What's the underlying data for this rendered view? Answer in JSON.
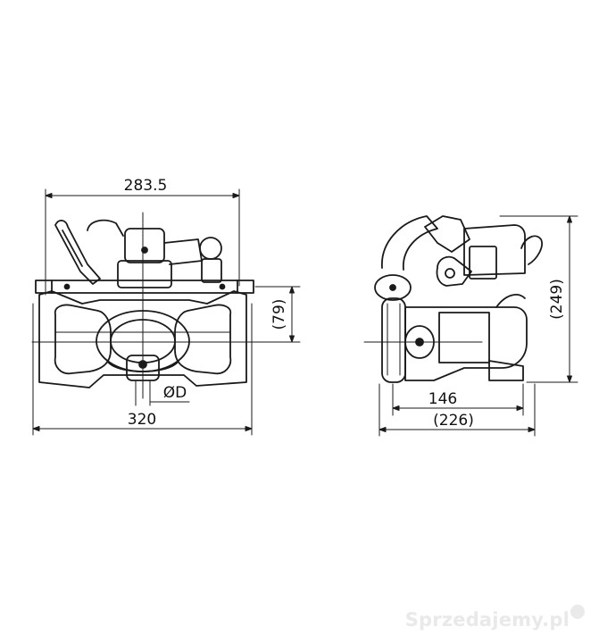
{
  "front_view": {
    "width_top": "283.5",
    "width_bottom": "320",
    "offset_right": "(79)",
    "diameter": "ØD"
  },
  "side_view": {
    "height_right": "(249)",
    "length_inner": "146",
    "length_outer": "(226)"
  },
  "watermark": "Sprzedajemy.pl"
}
